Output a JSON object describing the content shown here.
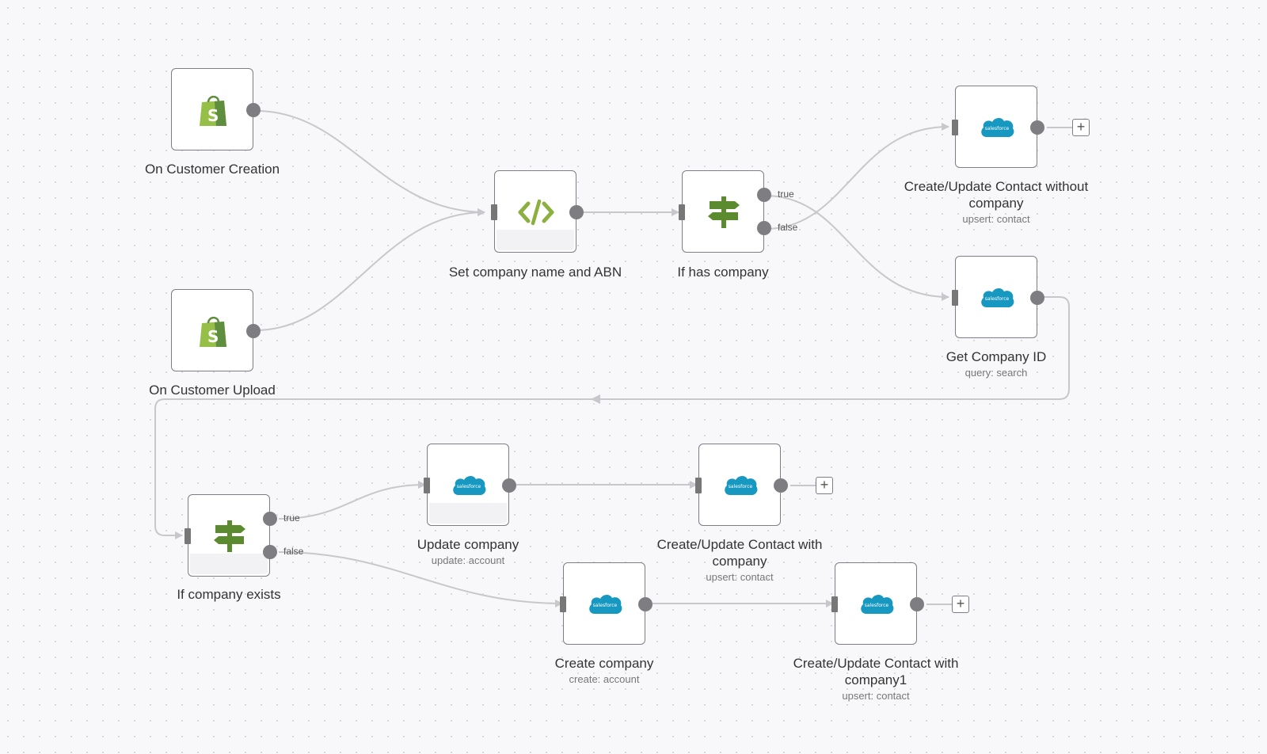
{
  "nodes": {
    "on_customer_creation": {
      "title": "On Customer Creation",
      "icon": "shopify-icon"
    },
    "on_customer_upload": {
      "title": "On Customer Upload",
      "icon": "shopify-icon"
    },
    "set_company": {
      "title": "Set company name and ABN",
      "icon": "code-icon"
    },
    "if_has_company": {
      "title": "If has company",
      "icon": "signpost-icon",
      "true_label": "true",
      "false_label": "false"
    },
    "contact_without_company": {
      "title": "Create/Update Contact without company",
      "subtitle": "upsert: contact",
      "icon": "salesforce-icon"
    },
    "get_company_id": {
      "title": "Get Company ID",
      "subtitle": "query: search",
      "icon": "salesforce-icon"
    },
    "if_company_exists": {
      "title": "If company exists",
      "icon": "signpost-icon",
      "true_label": "true",
      "false_label": "false"
    },
    "update_company": {
      "title": "Update company",
      "subtitle": "update: account",
      "icon": "salesforce-icon"
    },
    "contact_with_company": {
      "title": "Create/Update Contact with company",
      "subtitle": "upsert: contact",
      "icon": "salesforce-icon"
    },
    "create_company": {
      "title": "Create company",
      "subtitle": "create: account",
      "icon": "salesforce-icon"
    },
    "contact_with_company1": {
      "title": "Create/Update Contact with company1",
      "subtitle": "upsert: contact",
      "icon": "salesforce-icon"
    }
  },
  "add_button": {
    "symbol": "+"
  },
  "colors": {
    "shopify": "#95bf47",
    "salesforce": "#1798c1",
    "code": "#8bb040",
    "signpost": "#5b8a2f",
    "edge": "#c8c8cc",
    "handle": "#7d7d82"
  }
}
